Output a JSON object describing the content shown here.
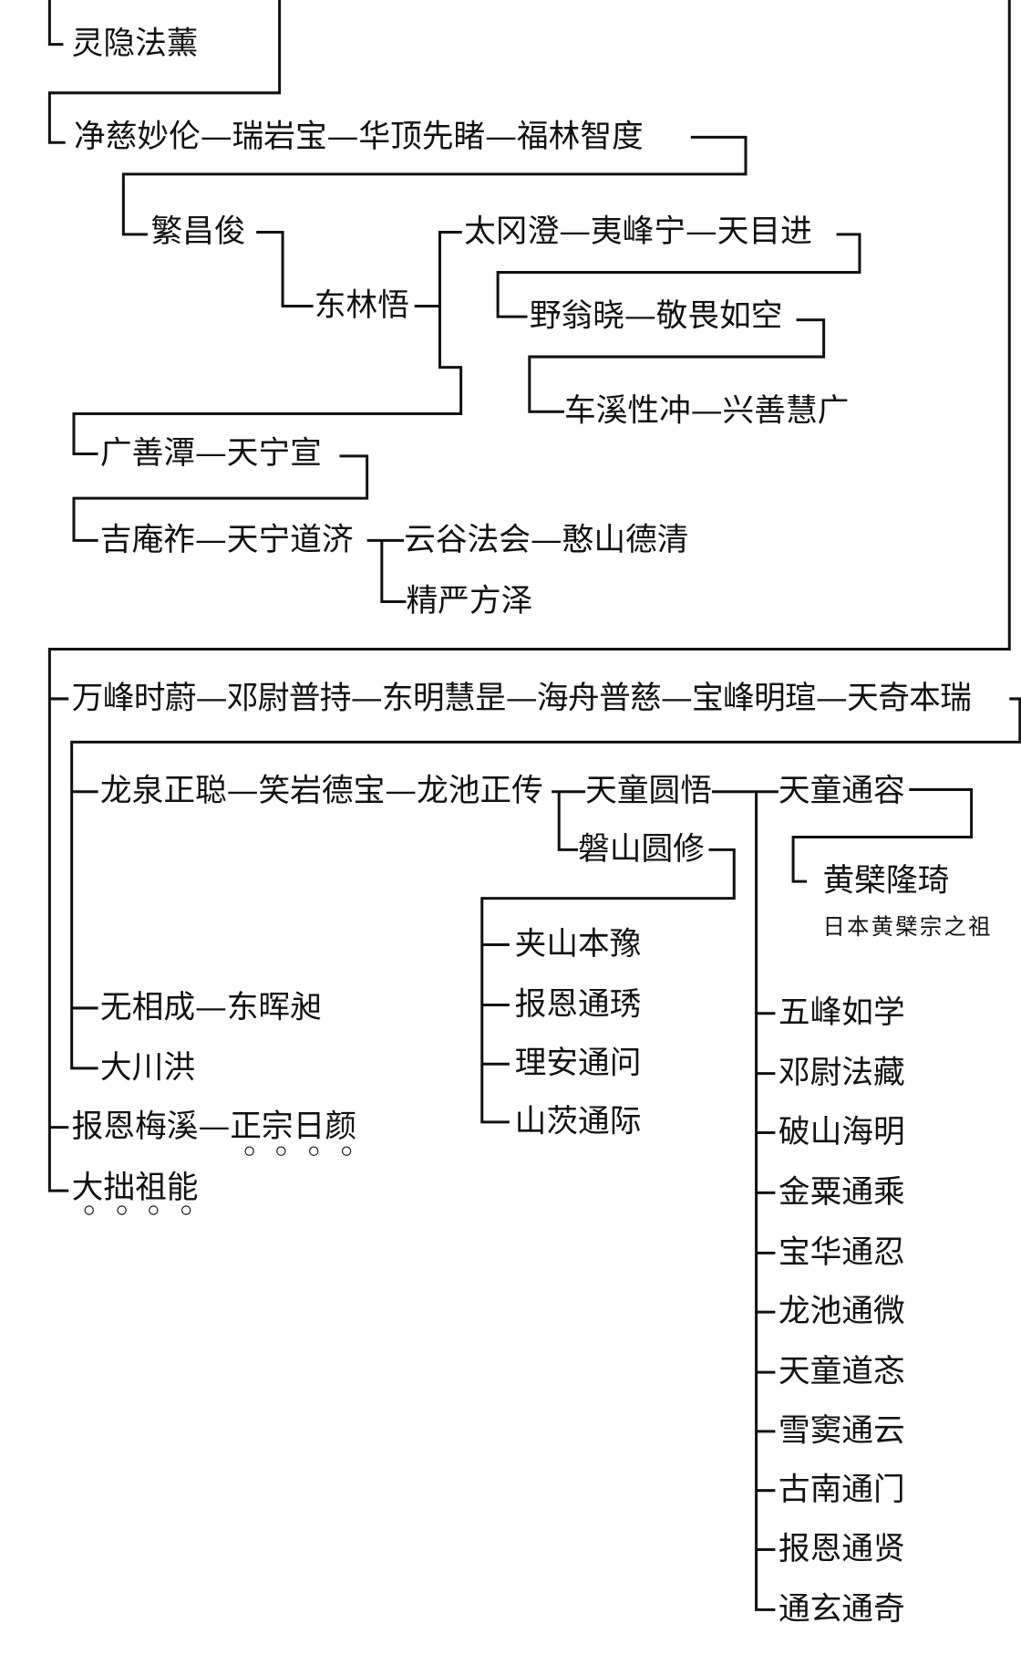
{
  "nodes": {
    "lingyin": "灵隐法薰",
    "jingci": "净慈妙伦—瑞岩宝—华顶先睹—福林智度",
    "fanchang": "繁昌俊",
    "donglin": "东林悟",
    "taigang": "太冈澄—夷峰宁—天目进",
    "yeweng": "野翁晓—敬畏如空",
    "chexi": "车溪性冲—兴善慧广",
    "guangshan": "广善潭—天宁宣",
    "jian": "吉庵祚—天宁道济",
    "yungu": "云谷法会—憨山德清",
    "jingyan": "精严方泽",
    "wanfeng": "万峰时蔚—邓尉普持—东明慧昰—海舟普慈—宝峰明瑄—天奇本瑞",
    "longquan": "龙泉正聪—笑岩德宝—龙池正传",
    "tiantong_yuanwu": "天童圆悟",
    "panshan": "磐山圆修",
    "tiantong_tongrong": "天童通容",
    "huangbo": "黄檗隆琦",
    "huangbo_note": "日本黄檗宗之祖",
    "jiashan": "夹山本豫",
    "baoen_tongxiu": "报恩通琇",
    "lian": "理安通问",
    "shanci": "山茨通际",
    "wuxiang": "无相成—东晖昶",
    "dachuan": "大川洪",
    "baoen_meixi": "报恩梅溪—正宗日颜",
    "dazhuo": "大拙祖能",
    "wufeng": "五峰如学",
    "dengwei": "邓尉法藏",
    "poshan": "破山海明",
    "jinsu": "金粟通乘",
    "baohua": "宝华通忍",
    "longchi": "龙池通微",
    "tiantong_daomin": "天童道忞",
    "xuedou": "雪窦通云",
    "gunan": "古南通门",
    "baoen_tongxian": "报恩通贤",
    "tongxuan": "通玄通奇"
  }
}
